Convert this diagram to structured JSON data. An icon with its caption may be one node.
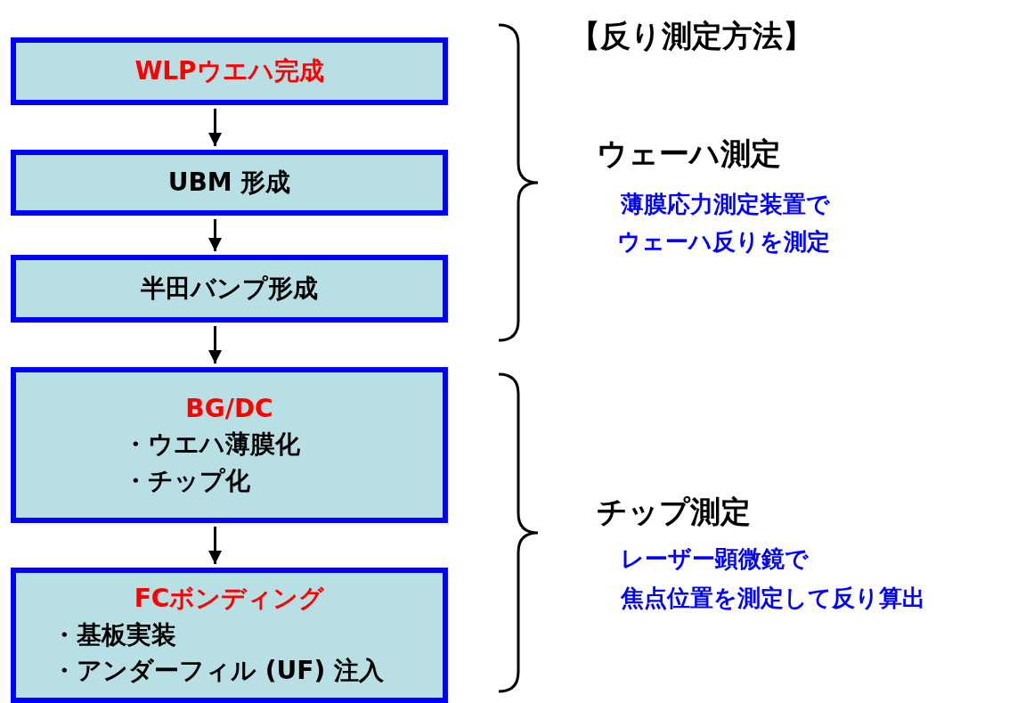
{
  "diagram": {
    "title": "【反り測定方法】",
    "nodes": [
      {
        "text": [
          "WLPウエハ完成"
        ]
      },
      {
        "text": [
          "UBM 形成"
        ]
      },
      {
        "text": [
          "半田バンプ形成"
        ]
      },
      {
        "text": [
          "BG/DC",
          "・ウエハ薄膜化",
          "・チップ化"
        ]
      },
      {
        "text": [
          "FCボンディング",
          "・基板実装",
          "・アンダーフィル (UF) 注入"
        ]
      }
    ],
    "edges": [
      {
        "from": 0,
        "to": 1,
        "arrow": "to"
      },
      {
        "from": 1,
        "to": 2,
        "arrow": "to"
      },
      {
        "from": 2,
        "to": 3,
        "arrow": "to"
      },
      {
        "from": 3,
        "to": 4,
        "arrow": "to"
      }
    ],
    "labels": [
      "ウェーハ測定",
      "薄膜応力測定装置で",
      "ウェーハ反りを測定",
      "チップ測定",
      "レーザー顕微鏡で",
      "焦点位置を測定して反り算出"
    ]
  }
}
